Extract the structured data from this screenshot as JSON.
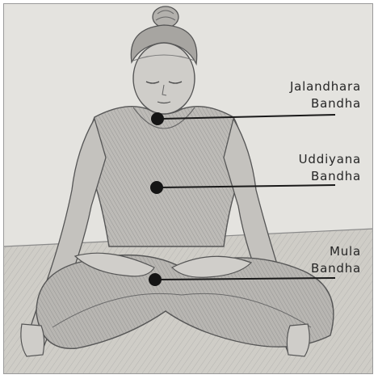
{
  "labels": [
    {
      "line1": "Jalandhara",
      "line2": "Bandha"
    },
    {
      "line1": "Uddiyana",
      "line2": "Bandha"
    },
    {
      "line1": "Mula",
      "line2": "Bandha"
    }
  ],
  "colors": {
    "paper": "#e4e3df",
    "pencil": "#5a5a5a",
    "dot": "#151515",
    "leader": "#1a1a1a"
  }
}
